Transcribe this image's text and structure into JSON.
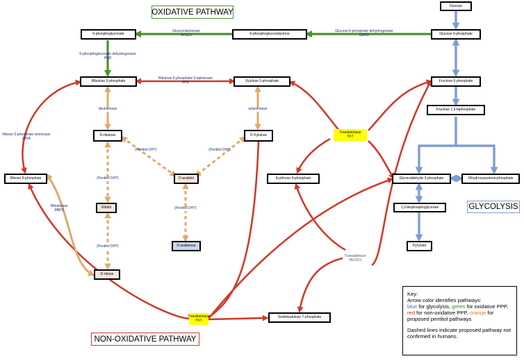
{
  "titles": {
    "oxidative": "OXIDATIVE PATHWAY",
    "glycolysis": "GLYCOLYSIS",
    "non_oxidative": "NON-OXIDATIVE PATHWAY"
  },
  "nodes": {
    "glucose": "Glucose",
    "glucose_6p": "Glucose 6-phosphate",
    "pgl": "6-phosphogluconolactone",
    "pg": "6-phosphogluconate",
    "ribulose_5p": "Ribulose 5-phosphate",
    "xylulose_5p": "Xylulose 5-phosphate",
    "fructose_6p": "Fructose 6-phosphate",
    "fructose_16bp": "Fructose 1,6-biphosphate",
    "d_ribulose": "D-ribulose",
    "d_xylulose": "D-Xylulose",
    "ribose_5p": "Ribose 5-phosphate",
    "d_arabitol": "D-arabitol",
    "erythrose_4p": "Erythrose 4-phosphate",
    "gap": "Glyceraldehyde 3-phosphate",
    "dhap": "Dihydroxyacetone-phosphate",
    "ribitol": "Ribitol",
    "bpg": "1,3-bisphosphoglycerate",
    "d_arabinose": "D-arabinose",
    "pyruvate": "Pyruvate",
    "d_ribose": "D-ribose",
    "s7p": "Sedoheptulose 7-phosphate"
  },
  "enzymes": {
    "gluconolactonase": {
      "name": "Gluconolactonase",
      "gene": "6PSLS"
    },
    "g6pd": {
      "name": "Glucose-6-phosphate dehydrogenase",
      "gene": "G6PD"
    },
    "pgd": {
      "name": "6-phosphogluconate dehydrogenase",
      "gene": "PGD"
    },
    "rpe": {
      "name": "Ribulose 5-phosphate-3-epimerase",
      "gene": "RPE"
    },
    "rpia": {
      "name": "Ribose 5-phosphate isomerase",
      "gene": "RPIA"
    },
    "ribulokinase": {
      "name": "ribulokinase"
    },
    "xylulokinase": {
      "name": "xylulokinase"
    },
    "pentitol_1": {
      "name": "(Pentitol DH?)"
    },
    "pentitol_2": {
      "name": "(Pentitol DH?)"
    },
    "pentitol_3": {
      "name": "(Pentitol DH?)"
    },
    "pentitol_4": {
      "name": "(Pentitol DH?)"
    },
    "pentitol_5": {
      "name": "(Pentitol DH?)"
    },
    "rbks": {
      "name": "Ribokinase",
      "gene": "RBKS"
    },
    "taldo1": {
      "name": "Transaldolase",
      "gene": "TALDO1"
    }
  },
  "transketolase": {
    "top": {
      "name": "Transketolase",
      "gene": "TKT"
    },
    "bottom": {
      "name": "Transketolase",
      "gene": "TKT"
    }
  },
  "key": {
    "title": "Key:",
    "line1": "Arrow color identifies pathways:",
    "blue": "blue",
    "t1": " for glycolysis, ",
    "green": "green",
    "t2": " for oxidative PPP, ",
    "red": "red",
    "t3": " for non-oxidative PPP, ",
    "orange": "orange",
    "t4": " for proposed pentitol pathways",
    "note": "Dashed lines indicate proposed pathway not confirmed in humans."
  },
  "colors": {
    "glycolysis": "#7f9dd1",
    "oxidative": "#4e8f2e",
    "non_oxidative": "#d13a2a",
    "pentitol": "#e0aa6a"
  }
}
